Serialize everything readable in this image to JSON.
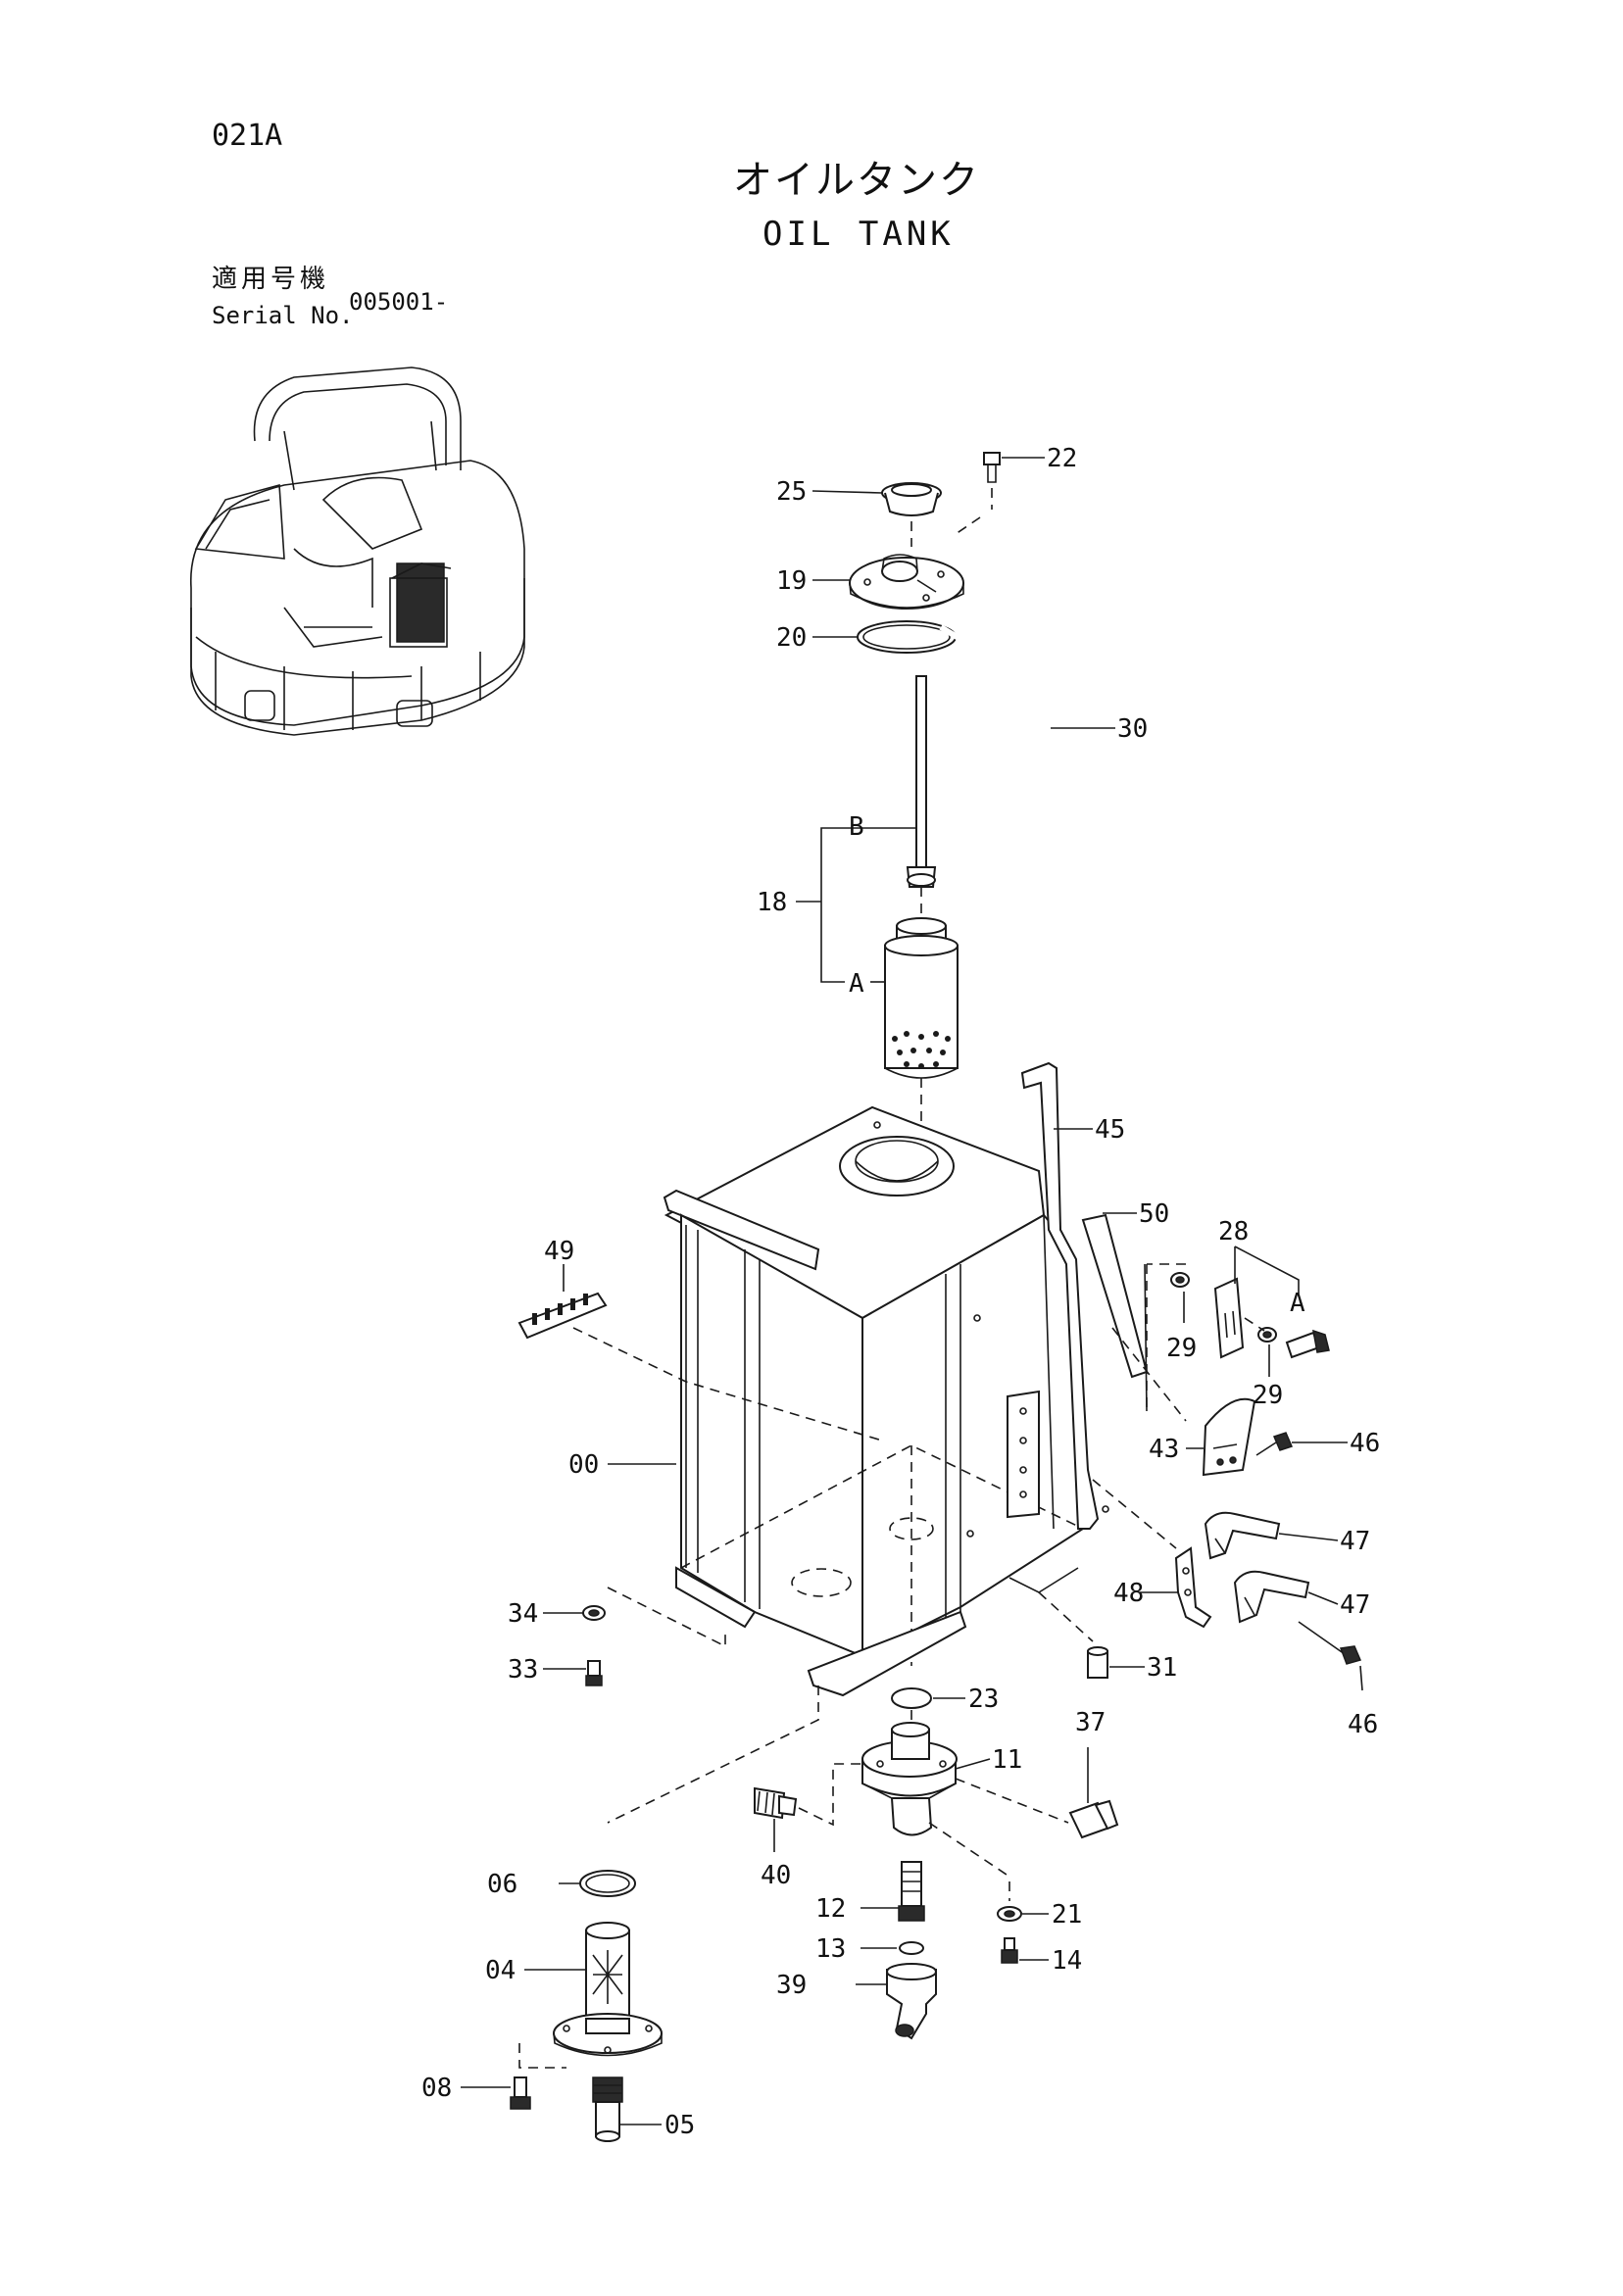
{
  "page_code": "021A",
  "title_jp": "オイルタンク",
  "title_en": "OIL TANK",
  "serial_label_jp": "適用号機",
  "serial_label_en": "Serial No.",
  "serial_value": "005001-",
  "callouts": {
    "c22": "22",
    "c25": "25",
    "c19": "19",
    "c20": "20",
    "c30": "30",
    "c18": "18",
    "cB": "B",
    "cA1": "A",
    "c45": "45",
    "c50": "50",
    "c28": "28",
    "cA2": "A",
    "c29a": "29",
    "c29b": "29",
    "c49": "49",
    "c00": "00",
    "c43": "43",
    "c46a": "46",
    "c47a": "47",
    "c48": "48",
    "c47b": "47",
    "c46b": "46",
    "c34": "34",
    "c33": "33",
    "c31": "31",
    "c23": "23",
    "c37": "37",
    "c11": "11",
    "c40": "40",
    "c06": "06",
    "c12": "12",
    "c21": "21",
    "c13": "13",
    "c14": "14",
    "c04": "04",
    "c39": "39",
    "c08": "08",
    "c05": "05"
  }
}
